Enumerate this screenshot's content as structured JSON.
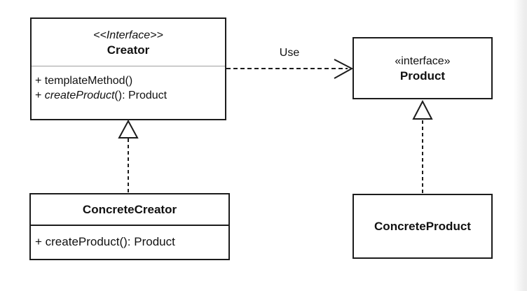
{
  "classes": {
    "creator": {
      "stereotype": "<<Interface>>",
      "name": "Creator",
      "method1": "+ templateMethod()",
      "method2_prefix": "+ ",
      "method2_name": "createProduct",
      "method2_suffix": "(): Product"
    },
    "product": {
      "stereotype": "«interface»",
      "name": "Product"
    },
    "concrete_creator": {
      "name": "ConcreteCreator",
      "method1": "+ createProduct(): Product"
    },
    "concrete_product": {
      "name": "ConcreteProduct"
    }
  },
  "relationships": {
    "use_label": "Use"
  },
  "colors": {
    "border": "#1c1c1c",
    "background": "#ffffff",
    "separator_light": "#a0a0a0",
    "edge_strip": "#ececec"
  }
}
